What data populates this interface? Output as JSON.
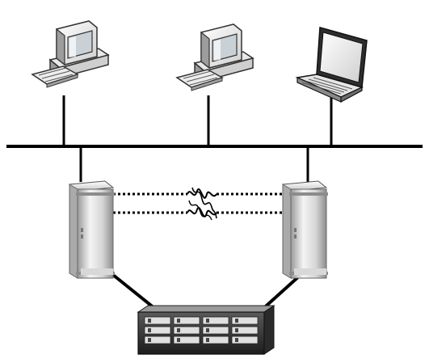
{
  "diagram": {
    "nodes": [
      {
        "id": "desktop-1",
        "kind": "desktop-computer"
      },
      {
        "id": "desktop-2",
        "kind": "desktop-computer"
      },
      {
        "id": "laptop-1",
        "kind": "laptop-computer"
      },
      {
        "id": "server-left",
        "kind": "tower-server"
      },
      {
        "id": "server-right",
        "kind": "tower-server"
      },
      {
        "id": "storage-array",
        "kind": "rack-storage-array"
      }
    ],
    "links": [
      {
        "from": "desktop-1",
        "to": "lan-bus",
        "style": "solid"
      },
      {
        "from": "desktop-2",
        "to": "lan-bus",
        "style": "solid"
      },
      {
        "from": "laptop-1",
        "to": "lan-bus",
        "style": "solid"
      },
      {
        "from": "server-left",
        "to": "lan-bus",
        "style": "solid"
      },
      {
        "from": "server-right",
        "to": "lan-bus",
        "style": "solid"
      },
      {
        "from": "server-left",
        "to": "server-right",
        "style": "dotted-heartbeat",
        "count": 2
      },
      {
        "from": "server-left",
        "to": "storage-array",
        "style": "solid"
      },
      {
        "from": "server-right",
        "to": "storage-array",
        "style": "solid"
      }
    ]
  },
  "colors": {
    "line": "#000000",
    "device_light": "#eeeeee",
    "device_mid": "#bfbfbf",
    "device_dark": "#3a3a3a",
    "screen": "#cfd6dc"
  },
  "icons": {
    "desktop": "desktop-computer-icon",
    "laptop": "laptop-icon",
    "server": "tower-server-icon",
    "storage": "storage-array-icon",
    "wan": "squiggle-link-icon"
  }
}
